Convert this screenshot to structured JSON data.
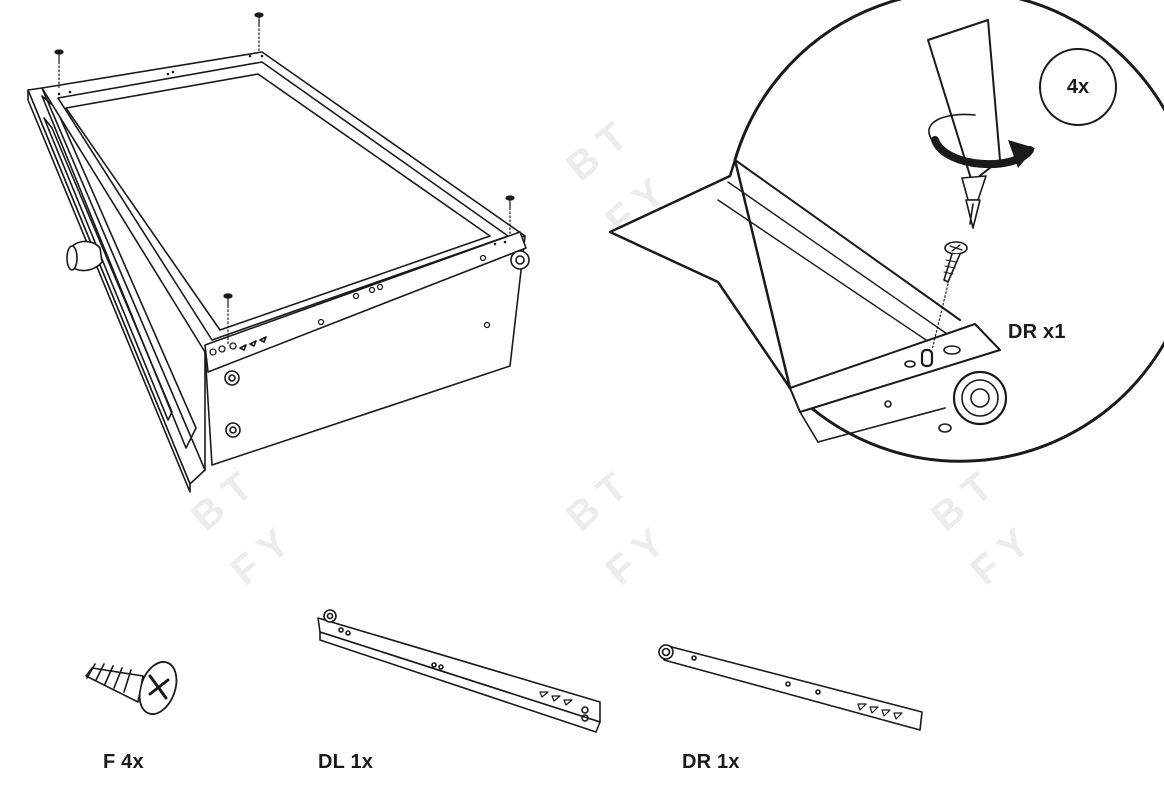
{
  "callout": {
    "quantity_badge": "4x",
    "part_label": "DR x1"
  },
  "parts": [
    {
      "id": "F",
      "label": "F 4x"
    },
    {
      "id": "DL",
      "label": "DL 1x"
    },
    {
      "id": "DR",
      "label": "DR 1x"
    }
  ],
  "watermark": {
    "line1": "B T",
    "line2": "F Y"
  },
  "icons": [
    "screw-icon",
    "screwdriver-icon",
    "rotation-arrow-icon",
    "drawer-runner-icon",
    "drawer-icon"
  ],
  "colors": {
    "line": "#1a1a1a",
    "watermark": "#ececec",
    "background": "#ffffff"
  }
}
